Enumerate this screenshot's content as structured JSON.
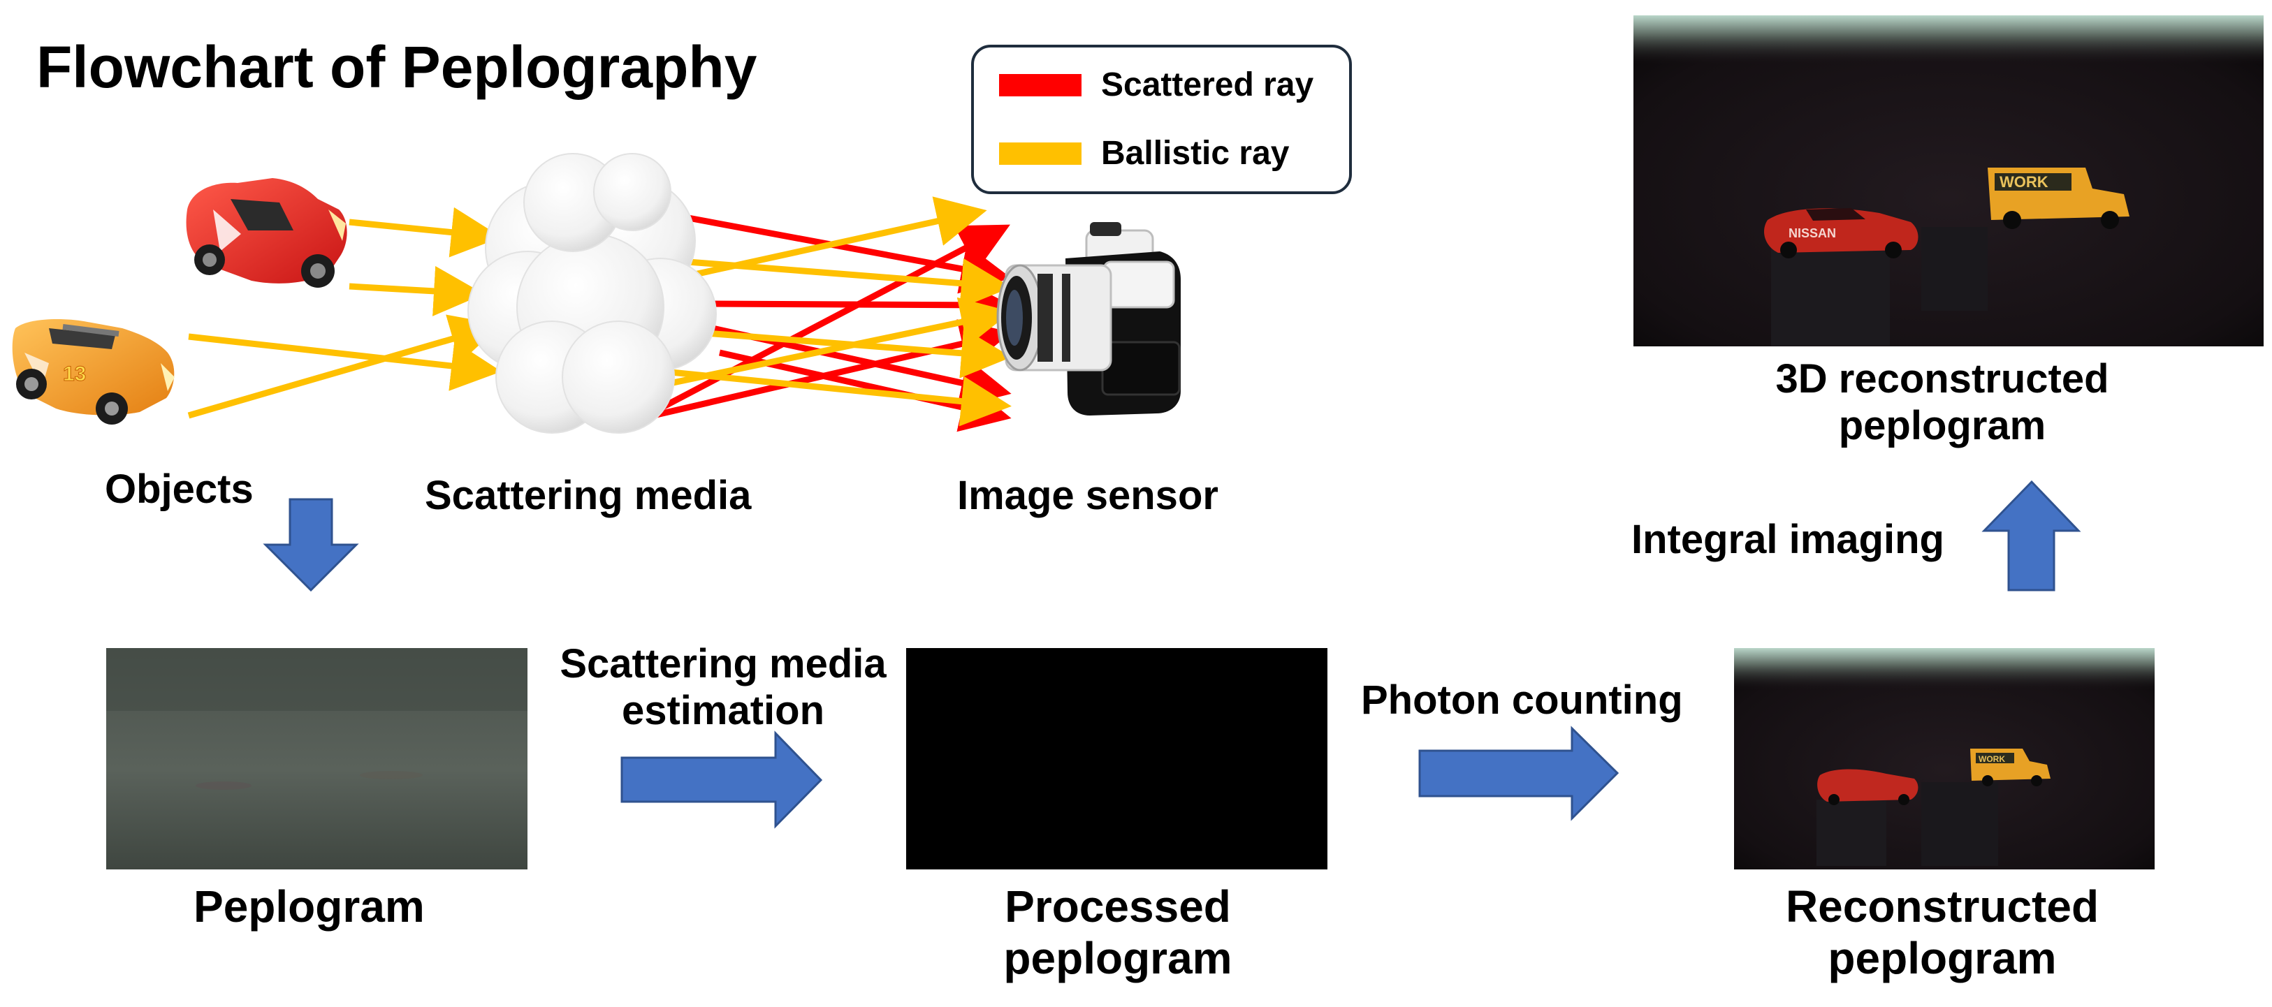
{
  "title": "Flowchart of Peplography",
  "legend": {
    "scattered": {
      "label": "Scattered ray",
      "color": "#ff0000"
    },
    "ballistic": {
      "label": "Ballistic ray",
      "color": "#ffc000"
    }
  },
  "top_labels": {
    "objects": "Objects",
    "scattering_media": "Scattering media",
    "image_sensor": "Image sensor"
  },
  "panels": {
    "peplogram": "Peplogram",
    "processed_line1": "Processed",
    "processed_line2": "peplogram",
    "reconstructed_line1": "Reconstructed",
    "reconstructed_line2": "peplogram",
    "reconstructed_3d_line1": "3D reconstructed",
    "reconstructed_3d_line2": "peplogram"
  },
  "steps": {
    "estimation_line1": "Scattering media",
    "estimation_line2": "estimation",
    "photon_counting": "Photon counting",
    "integral_imaging": "Integral imaging"
  },
  "image_text": {
    "car_brand": "NISSAN",
    "truck_sign": "WORK",
    "car_number": "13"
  },
  "colors": {
    "arrow_fill": "#4472c4",
    "arrow_stroke": "#2f528f"
  }
}
